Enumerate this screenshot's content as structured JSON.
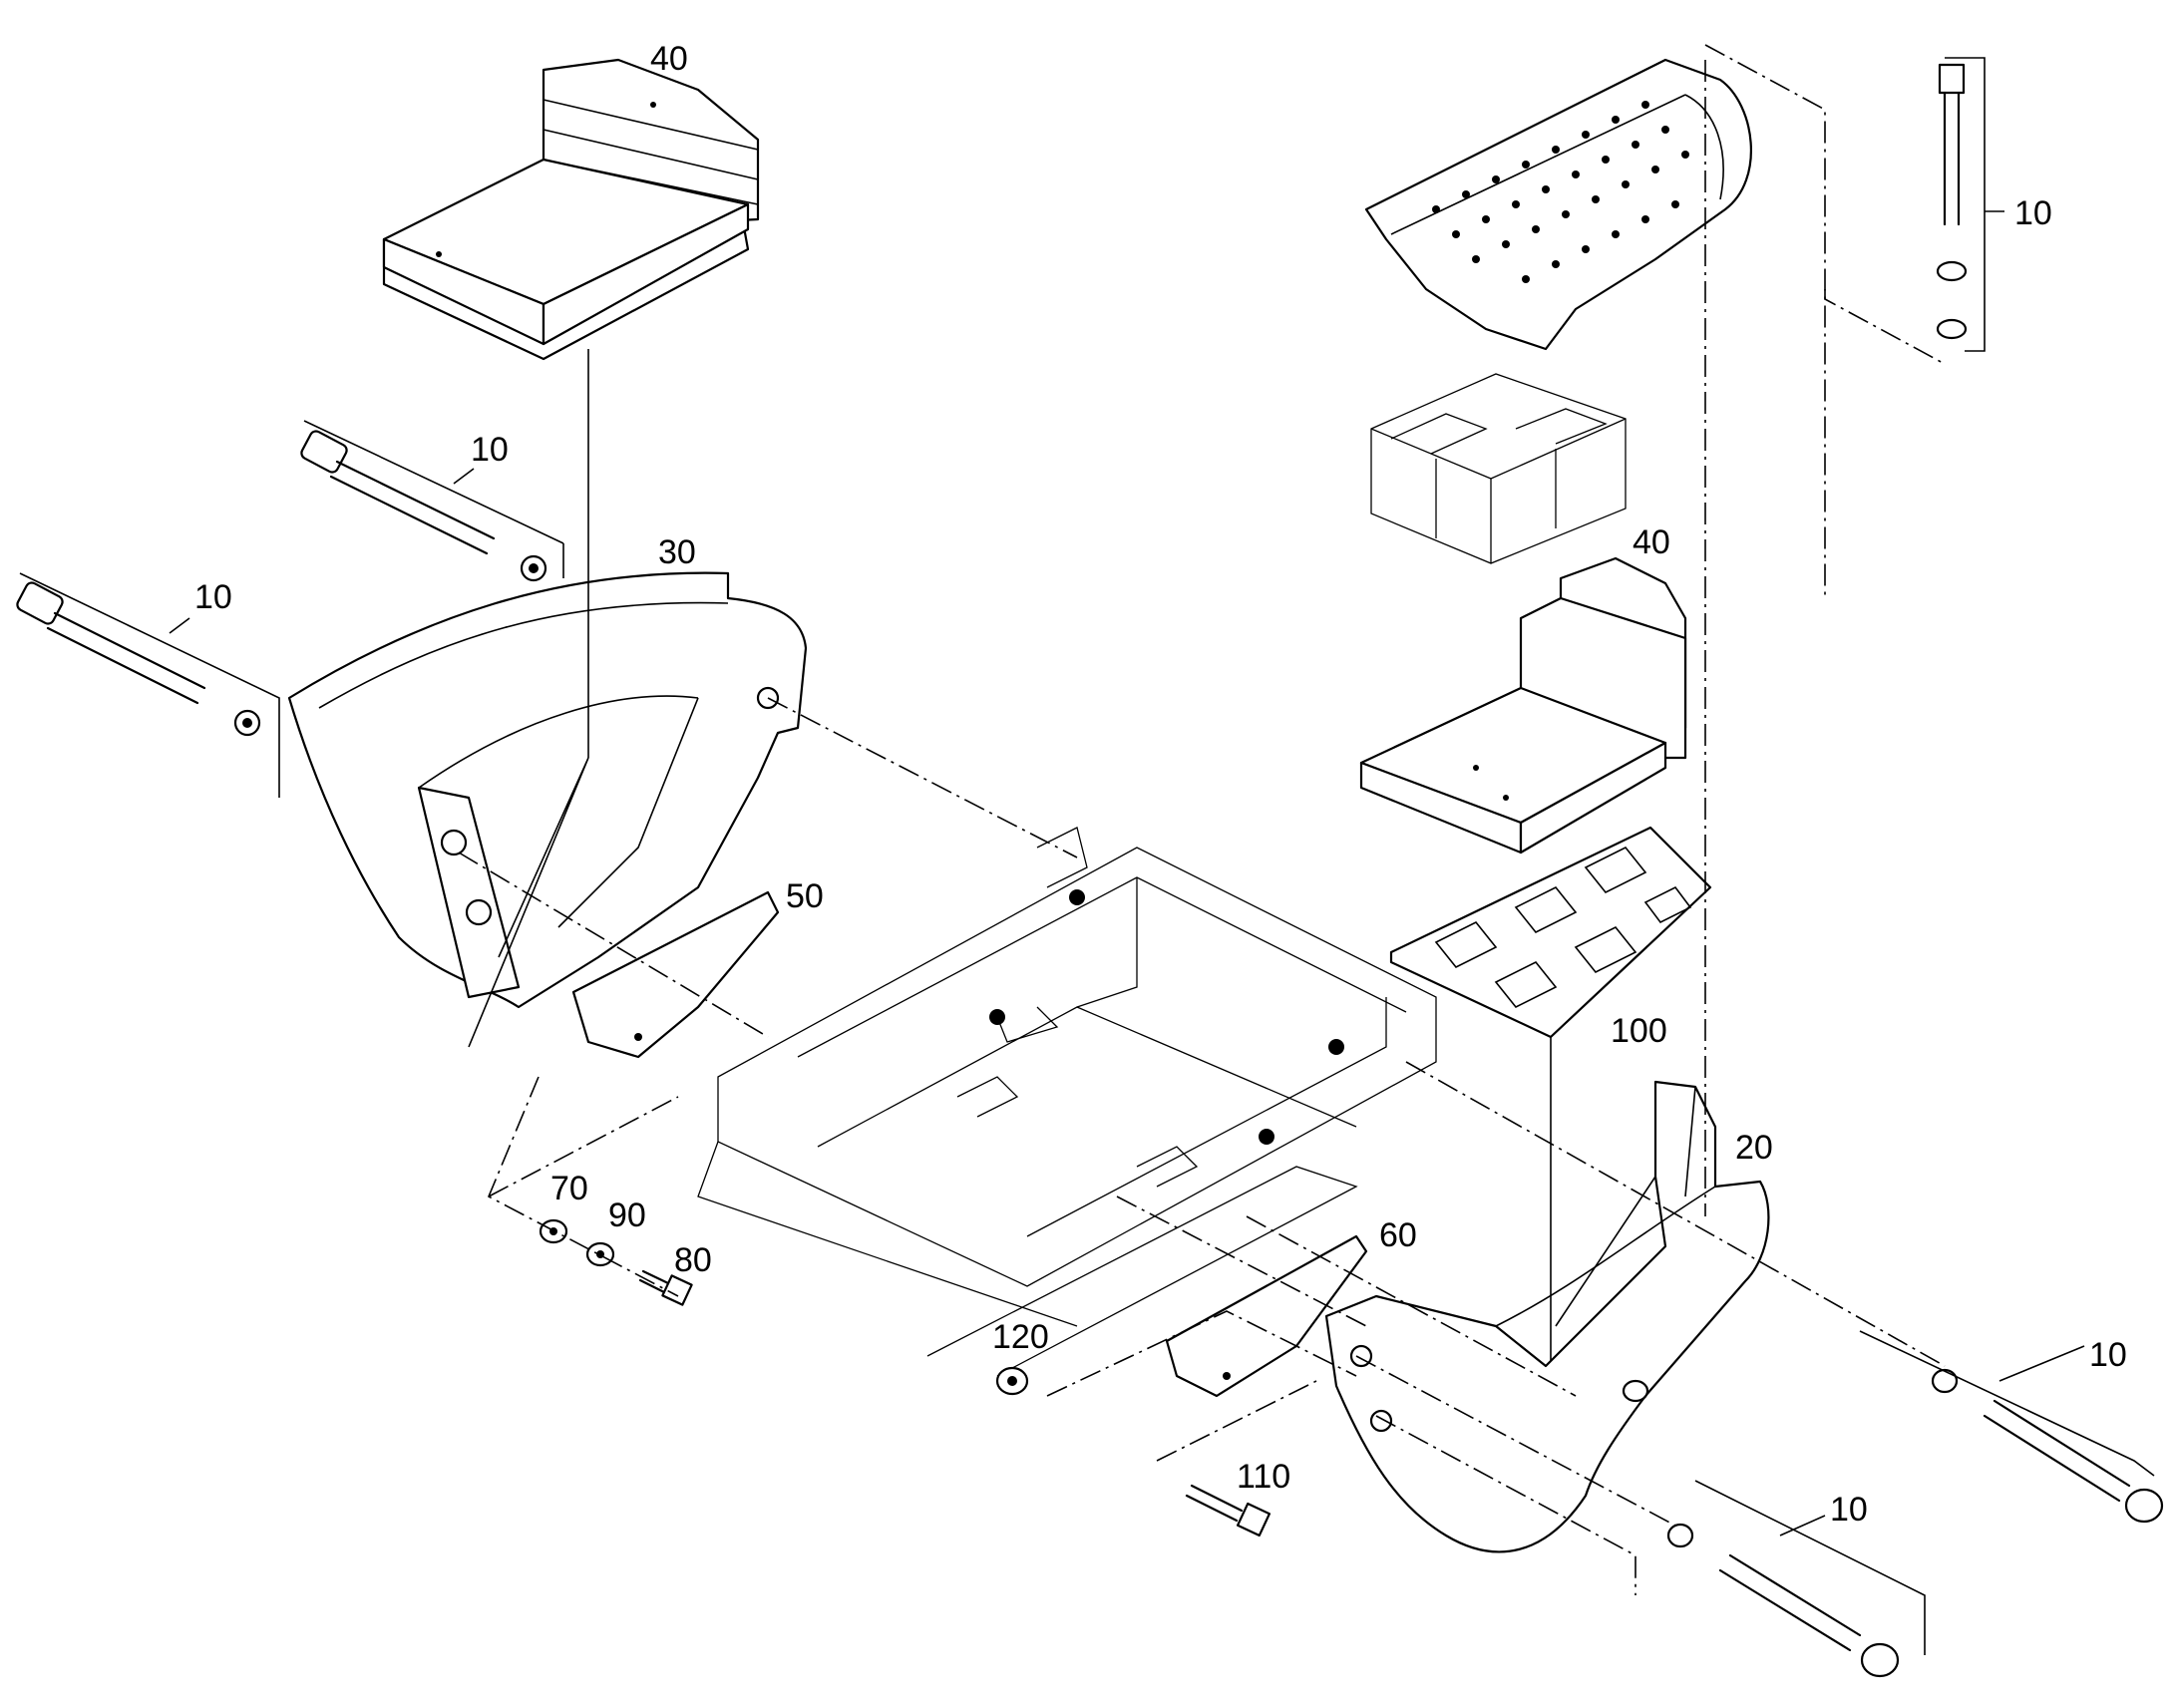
{
  "callouts": [
    {
      "id": "c40a",
      "text": "40"
    },
    {
      "id": "c10a",
      "text": "10"
    },
    {
      "id": "c10b",
      "text": "10"
    },
    {
      "id": "c10c",
      "text": "10"
    },
    {
      "id": "c30",
      "text": "30"
    },
    {
      "id": "c40b",
      "text": "40"
    },
    {
      "id": "c50",
      "text": "50"
    },
    {
      "id": "c100",
      "text": "100"
    },
    {
      "id": "c20",
      "text": "20"
    },
    {
      "id": "c60",
      "text": "60"
    },
    {
      "id": "c70",
      "text": "70"
    },
    {
      "id": "c90",
      "text": "90"
    },
    {
      "id": "c80",
      "text": "80"
    },
    {
      "id": "c120",
      "text": "120"
    },
    {
      "id": "c110",
      "text": "110"
    },
    {
      "id": "c10d",
      "text": "10"
    },
    {
      "id": "c10e",
      "text": "10"
    }
  ],
  "colors": {
    "line": "#000000",
    "background": "#ffffff"
  }
}
